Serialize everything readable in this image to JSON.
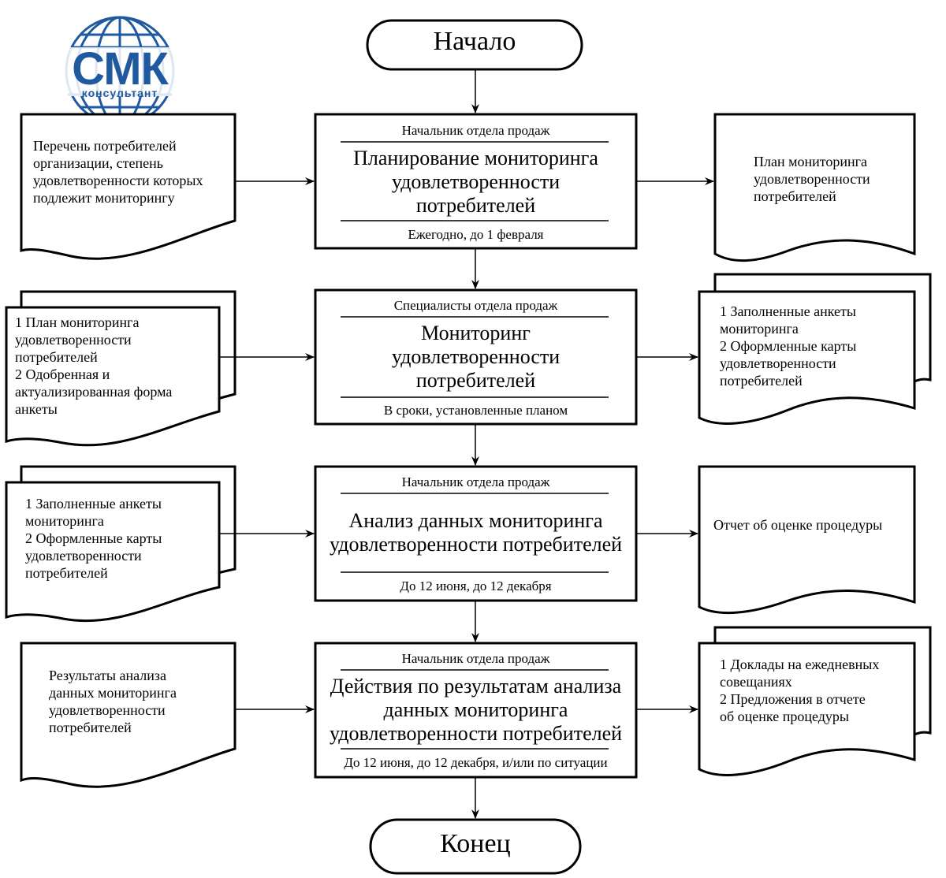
{
  "logo": {
    "main": "СМК",
    "sub": "консультант"
  },
  "terminals": {
    "start": "Начало",
    "end": "Конец"
  },
  "steps": [
    {
      "role": "Начальник отдела продаж",
      "title": "Планирование мониторинга\nудовлетворенности\nпотребителей",
      "term": "Ежегодно, до 1 февраля",
      "input": "Перечень потребителей\nорганизации, степень\nудовлетворенности которых\nподлежит мониторингу",
      "output": "План мониторинга\nудовлетворенности\n потребителей"
    },
    {
      "role": "Специалисты отдела продаж",
      "title": "Мониторинг\nудовлетворенности\nпотребителей",
      "term": "В сроки, установленные планом",
      "input": "1 План мониторинга\nудовлетворенности\nпотребителей\n2 Одобренная и\nактуализированная форма\nанкеты",
      "output": "1 Заполненные анкеты\nмониторинга\n2 Оформленные карты\nудовлетворенности\nпотребителей"
    },
    {
      "role": "Начальник отдела продаж",
      "title": "Анализ данных мониторинга\nудовлетворенности потребителей",
      "term": "До 12 июня, до 12 декабря",
      "input": "1 Заполненные анкеты\nмониторинга\n2 Оформленные карты\nудовлетворенности\nпотребителей",
      "output": "Отчет об оценке процедуры"
    },
    {
      "role": "Начальник отдела продаж",
      "title": "Действия по результатам анализа\nданных мониторинга\nудовлетворенности потребителей",
      "term": "До 12 июня, до 12 декабря, и/или по ситуации",
      "input": "Результаты анализа\nданных мониторинга\nудовлетворенности\nпотребителей",
      "output": "1 Доклады на ежедневных\nсовещаниях\n2 Предложения в отчете\nоб оценке процедуры"
    }
  ]
}
